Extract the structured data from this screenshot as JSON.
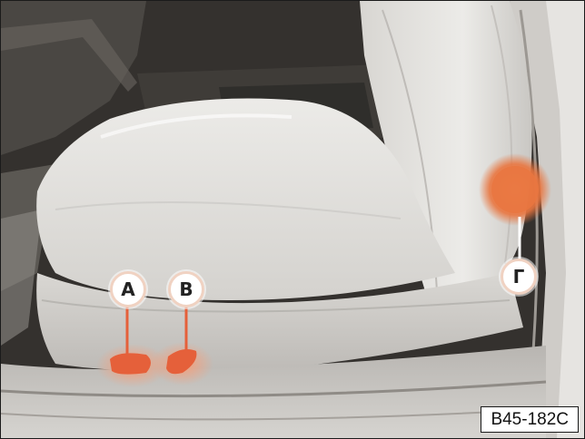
{
  "figure": {
    "label": "B45-182C",
    "callouts": [
      {
        "id": "A",
        "text": "A"
      },
      {
        "id": "B",
        "text": "B"
      },
      {
        "id": "G",
        "text": "Г"
      }
    ],
    "colors": {
      "highlight": "#e5603a",
      "highlight_glow": "#f08a60",
      "callout_ring": "#f0d2c2",
      "background": "#2e2c2a",
      "seat": "#e2e0dc"
    }
  }
}
